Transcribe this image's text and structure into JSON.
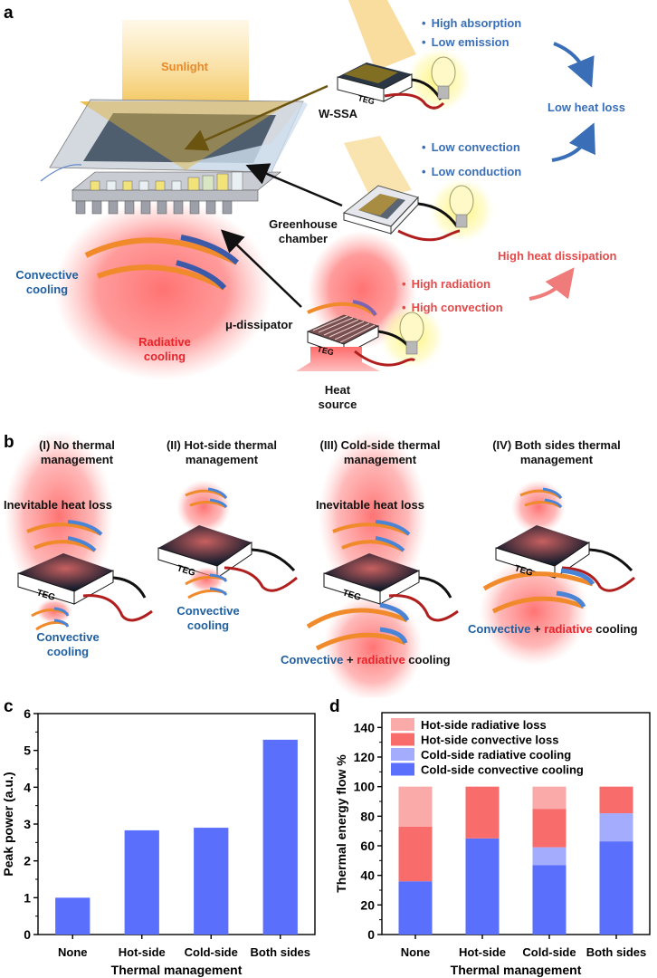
{
  "figure": {
    "panels": {
      "a": {
        "label": "a",
        "sunlight": "Sunlight",
        "wssa": "W-SSA",
        "greenhouse": [
          "Greenhouse",
          "chamber"
        ],
        "dissipator": "μ-dissipator",
        "convective_cooling": [
          "Convective",
          "cooling"
        ],
        "radiative_cooling": [
          "Radiative",
          "cooling"
        ],
        "heat_source": [
          "Heat",
          "source"
        ],
        "teg": "TEG",
        "wssa_props": [
          "High absorption",
          "Low emission"
        ],
        "chamber_props": [
          "Low convection",
          "Low conduction"
        ],
        "low_heat_loss": "Low heat loss",
        "dissipator_props": [
          "High radiation",
          "High convection"
        ],
        "high_heat_dissipation": "High heat dissipation"
      },
      "b": {
        "label": "b",
        "cases": [
          {
            "title": [
              "(I) No thermal",
              "management"
            ],
            "top_note": "Inevitable heat loss",
            "bottom": [
              "Convective",
              "cooling"
            ]
          },
          {
            "title": [
              "(II) Hot-side thermal",
              "management"
            ],
            "top_note": "",
            "bottom": [
              "Convective",
              "cooling"
            ]
          },
          {
            "title": [
              "(III) Cold-side thermal",
              "management"
            ],
            "top_note": "Inevitable heat loss",
            "bottom_parts": [
              "Convective",
              " + ",
              "radiative",
              " cooling"
            ]
          },
          {
            "title": [
              "(IV) Both sides thermal",
              "management"
            ],
            "top_note": "",
            "bottom_parts": [
              "Convective",
              " + ",
              "radiative",
              " cooling"
            ]
          }
        ],
        "teg": "TEG"
      },
      "c": {
        "label": "c"
      },
      "d": {
        "label": "d"
      }
    },
    "colors": {
      "bar_blue": "#5b6ffd",
      "light_blue": "#a4acfd",
      "red": "#f86c6c",
      "pink": "#fbaaaa",
      "text_blue": "#3a6fb7",
      "text_red": "#e44a4a",
      "sun": "#f2c14e"
    }
  },
  "chart_data": [
    {
      "id": "c",
      "type": "bar",
      "title": "",
      "xlabel": "Thermal management",
      "ylabel": "Peak power (a.u.)",
      "categories": [
        "None",
        "Hot-side",
        "Cold-side",
        "Both sides"
      ],
      "values": [
        1.0,
        2.83,
        2.9,
        5.29
      ],
      "ylim": [
        0,
        6
      ],
      "yticks": [
        0,
        1,
        2,
        3,
        4,
        5,
        6
      ],
      "grid": false,
      "color": "#5b6ffd"
    },
    {
      "id": "d",
      "type": "bar",
      "stacked": true,
      "title": "",
      "xlabel": "Thermal management",
      "ylabel": "Thermal energy flow %",
      "categories": [
        "None",
        "Hot-side",
        "Cold-side",
        "Both sides"
      ],
      "series": [
        {
          "name": "Cold-side convective cooling",
          "color": "#5b6ffd",
          "values": [
            36,
            65,
            47,
            63
          ]
        },
        {
          "name": "Cold-side radiative cooling",
          "color": "#a4acfd",
          "values": [
            0,
            0,
            12,
            19
          ]
        },
        {
          "name": "Hot-side convective loss",
          "color": "#f86c6c",
          "values": [
            37,
            35,
            26,
            18
          ]
        },
        {
          "name": "Hot-side radiative loss",
          "color": "#fbaaaa",
          "values": [
            27,
            0,
            15,
            0
          ]
        }
      ],
      "legend_order": [
        "Hot-side radiative loss",
        "Hot-side convective loss",
        "Cold-side radiative cooling",
        "Cold-side convective cooling"
      ],
      "legend_position": "top-left",
      "ylim": [
        0,
        150
      ],
      "yticks": [
        0,
        20,
        40,
        60,
        80,
        100,
        120,
        140
      ],
      "grid": false
    }
  ]
}
